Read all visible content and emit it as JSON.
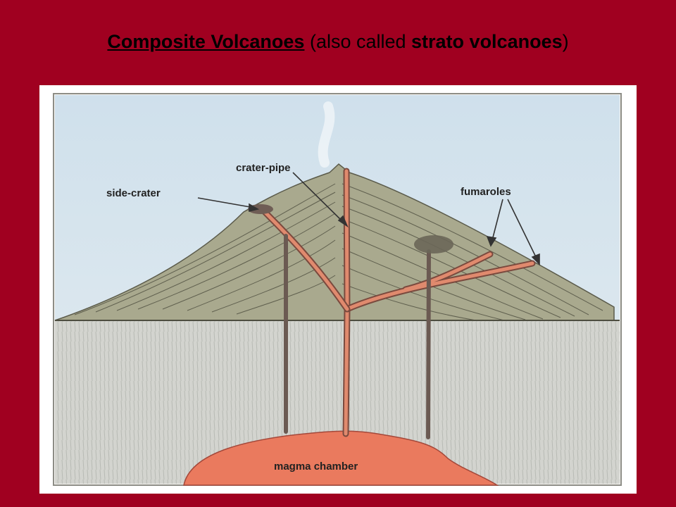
{
  "slide": {
    "title_main": "Composite Volcanoes",
    "title_mid": " (also called ",
    "title_bold": "strato volcanoes",
    "title_end": ")"
  },
  "diagram": {
    "labels": {
      "crater_pipe": "crater-pipe",
      "side_crater": "side-crater",
      "fumaroles": "fumaroles",
      "magma_chamber": "magma chamber"
    }
  },
  "colors": {
    "background": "#a00020",
    "sky": "#cfe0ec",
    "cone": "#a9a98e",
    "ground": "#d3d4cf",
    "magma": "#ea7a5e"
  }
}
